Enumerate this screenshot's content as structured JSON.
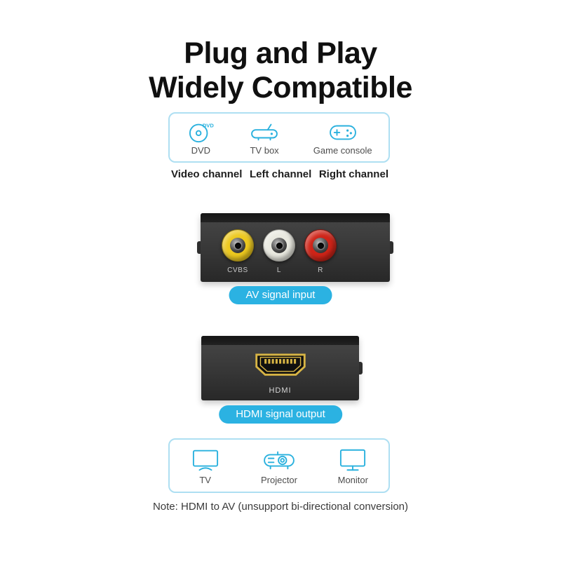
{
  "title": {
    "line1": "Plug and Play",
    "line2": "Widely Compatible"
  },
  "sources": {
    "items": [
      {
        "label": "DVD",
        "icon": "dvd-icon"
      },
      {
        "label": "TV box",
        "icon": "tv-box-icon"
      },
      {
        "label": "Game console",
        "icon": "game-console-icon"
      }
    ]
  },
  "channels": {
    "items": [
      {
        "label": "Video channel"
      },
      {
        "label": "Left channel"
      },
      {
        "label": "Right channel"
      }
    ]
  },
  "av_device": {
    "badge": "AV signal input",
    "ports": [
      {
        "label": "CVBS",
        "color": "#edc91f"
      },
      {
        "label": "L",
        "color": "#e9e9e0"
      },
      {
        "label": "R",
        "color": "#cf2418"
      }
    ]
  },
  "hdmi_device": {
    "badge": "HDMI signal output",
    "port_label": "HDMI"
  },
  "outputs": {
    "items": [
      {
        "label": "TV",
        "icon": "tv-icon"
      },
      {
        "label": "Projector",
        "icon": "projector-icon"
      },
      {
        "label": "Monitor",
        "icon": "monitor-icon"
      }
    ]
  },
  "note": "Note:  HDMI to AV (unsupport bi-directional conversion)",
  "colors": {
    "accent": "#2ab1de",
    "badge": "#2bb2e2",
    "box_border": "#aedff2",
    "title": "#101010",
    "hdmi_gold": "#d8b545"
  }
}
